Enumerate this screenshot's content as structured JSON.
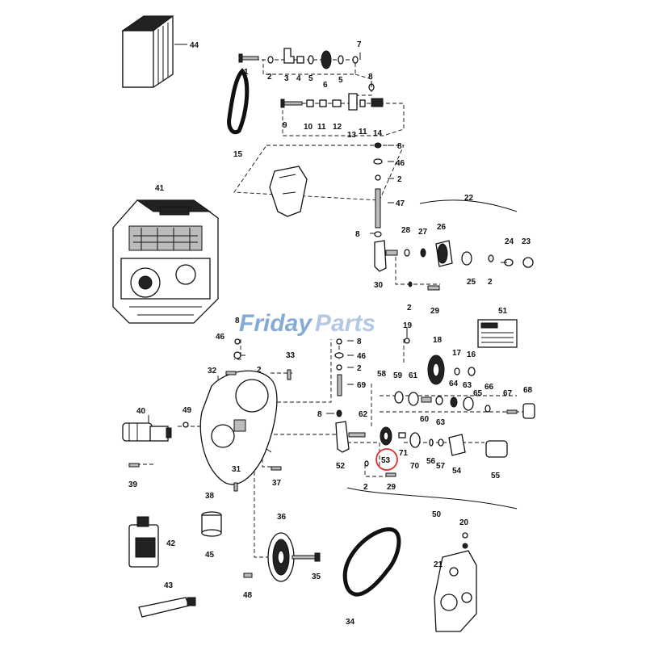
{
  "watermark": {
    "part1": "Friday",
    "part2": "Parts"
  },
  "highlight_color": "#e0302a",
  "highlighted_callout": "53",
  "callouts": {
    "c1": "1",
    "c2a": "2",
    "c3": "3",
    "c4": "4",
    "c5a": "5",
    "c6": "6",
    "c5b": "5",
    "c7": "7",
    "c8a": "8",
    "c9": "9",
    "c10": "10",
    "c11a": "11",
    "c12": "12",
    "c13": "13",
    "c11b": "11",
    "c14": "14",
    "c15": "15",
    "c8b": "8",
    "c46a": "46",
    "c2b": "2",
    "c47": "47",
    "c22": "22",
    "c44": "44",
    "c41": "41",
    "c8c": "8",
    "c28": "28",
    "c27": "27",
    "c26": "26",
    "c24": "24",
    "c23": "23",
    "c30": "30",
    "c25": "25",
    "c2c": "2",
    "c2d": "2",
    "c29a": "29",
    "c51": "51",
    "c19": "19",
    "c46b": "46",
    "c8d": "8",
    "c33": "33",
    "c2e": "2",
    "c8e": "8",
    "c46c": "46",
    "c2f": "2",
    "c69": "69",
    "c18": "18",
    "c17": "17",
    "c16": "16",
    "c32": "32",
    "c58": "58",
    "c59": "59",
    "c61": "61",
    "c64": "64",
    "c63a": "63",
    "c66": "66",
    "c65": "65",
    "c67": "67",
    "c68": "68",
    "c40": "40",
    "c49": "49",
    "c8f": "8",
    "c62": "62",
    "c60": "60",
    "c63b": "63",
    "c71": "71",
    "c31": "31",
    "c52": "52",
    "c53": "53",
    "c70": "70",
    "c56": "56",
    "c57": "57",
    "c54": "54",
    "c55": "55",
    "c39": "39",
    "c38": "38",
    "c37": "37",
    "c2g": "2",
    "c29b": "29",
    "c50": "50",
    "c36": "36",
    "c20": "20",
    "c42": "42",
    "c45": "45",
    "c21": "21",
    "c35": "35",
    "c43": "43",
    "c48": "48",
    "c34": "34"
  }
}
